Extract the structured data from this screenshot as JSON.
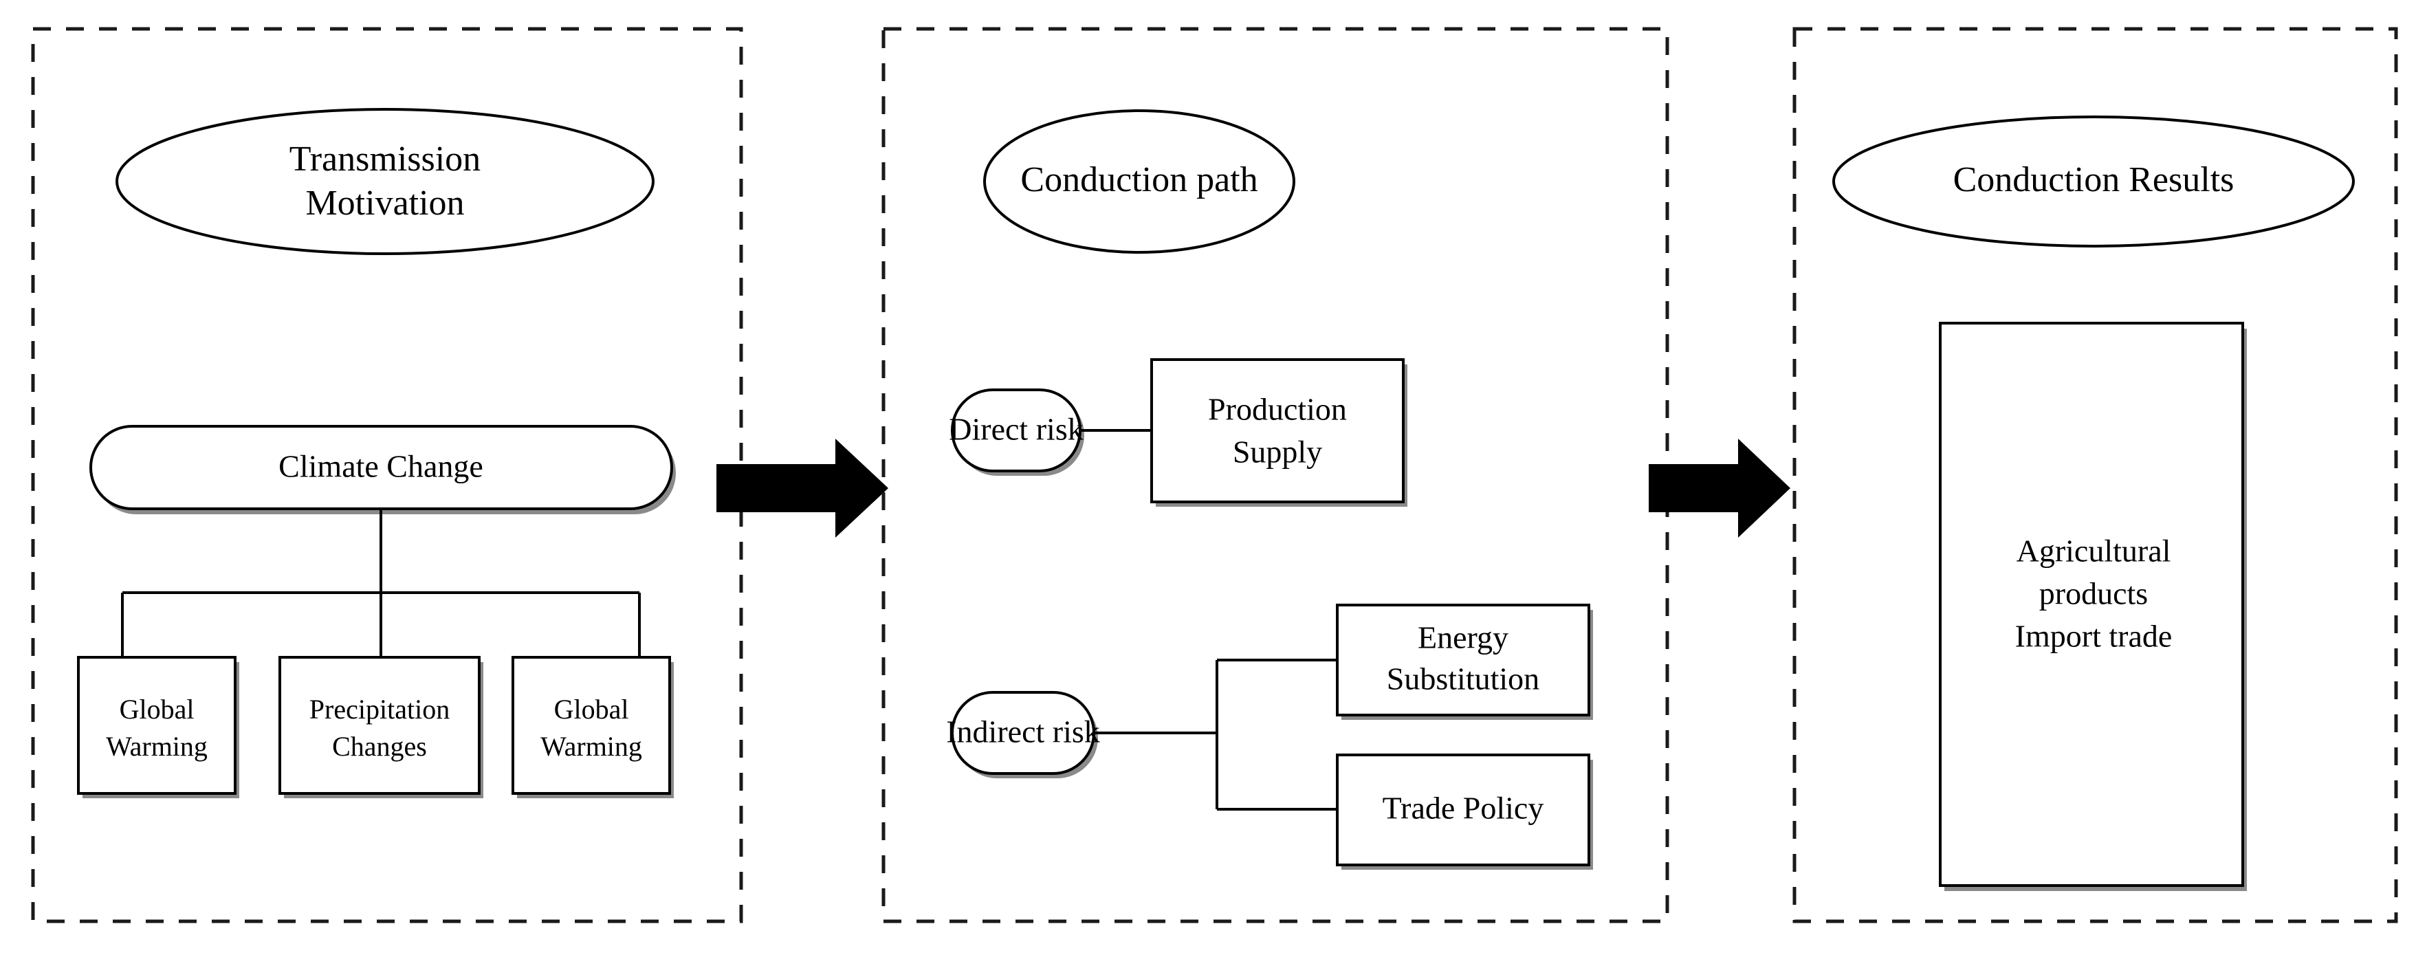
{
  "figure": {
    "type": "flow-diagram",
    "background_color": "#ffffff",
    "line_color": "#000000",
    "panel_border_style": "dashed",
    "panels": [
      {
        "id": "transmission-motivation",
        "title": "Transmission Motivation",
        "title_line_1": "Transmission",
        "title_line_2": "Motivation",
        "root": "Climate Change",
        "children": [
          {
            "line_1": "Global",
            "line_2": "Warming"
          },
          {
            "line_1": "Precipitation",
            "line_2": "Changes"
          },
          {
            "line_1": "Global",
            "line_2": "Warming"
          }
        ]
      },
      {
        "id": "conduction-path",
        "title": "Conduction path",
        "branches": [
          {
            "label": "Direct risk",
            "targets": [
              {
                "line_1": "Production",
                "line_2": "Supply"
              }
            ]
          },
          {
            "label": "Indirect risk",
            "targets": [
              {
                "line_1": "Energy",
                "line_2": "Substitution"
              },
              {
                "line_1": "Trade Policy",
                "line_2": ""
              }
            ]
          }
        ]
      },
      {
        "id": "conduction-results",
        "title": "Conduction Results",
        "result": {
          "line_1": "Agricultural",
          "line_2": "products",
          "line_3": "Import trade"
        }
      }
    ],
    "arrows": [
      {
        "id": "arrow-panel1-to-panel2",
        "direction": "right"
      },
      {
        "id": "arrow-panel2-to-panel3",
        "direction": "right"
      }
    ]
  }
}
